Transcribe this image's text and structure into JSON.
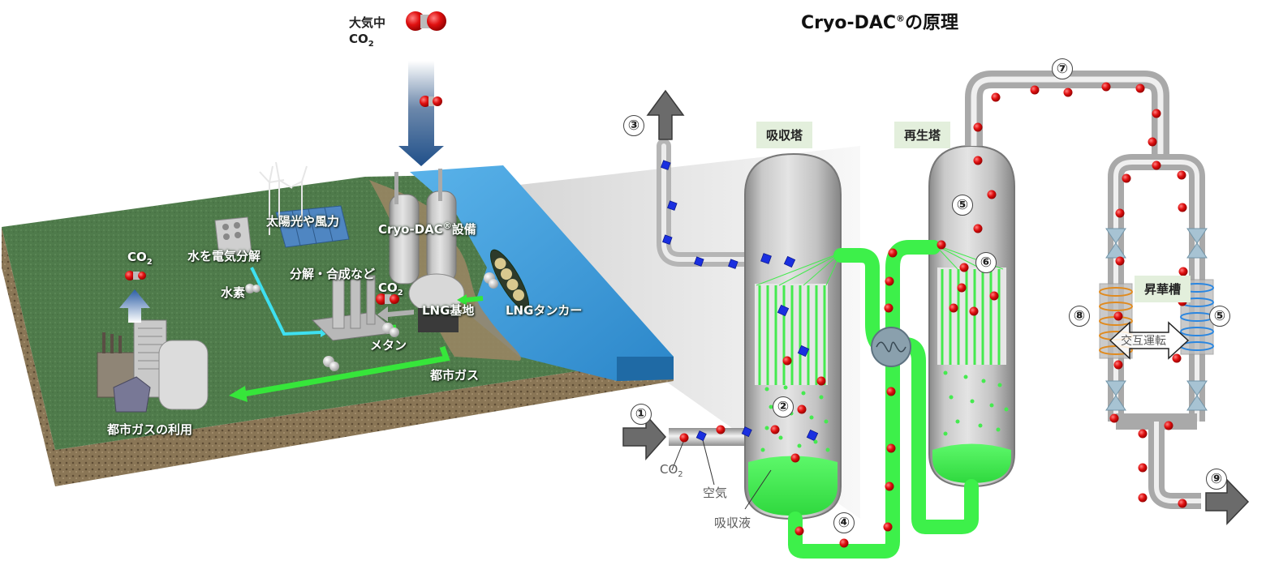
{
  "title": {
    "main": "Cryo-DAC",
    "reg": "®",
    "suffix": "の原理"
  },
  "left_scene": {
    "atmosphere_label": "大気中",
    "atmosphere_co2": "CO",
    "atmosphere_co2_sub": "2",
    "labels": {
      "renewables": "太陽光や風力",
      "electrolysis": "水を電気分解",
      "facility": "Cryo-DAC",
      "facility_reg": "®",
      "facility_suffix": "設備",
      "synthesis": "分解・合成など",
      "co2_mid": "CO",
      "co2_mid_sub": "2",
      "hydrogen": "水素",
      "lng_base": "LNG基地",
      "lng_tanker": "LNGタンカー",
      "methane": "メタン",
      "city_gas": "都市ガス",
      "city_gas_use": "都市ガスの利用",
      "co2_emit": "CO",
      "co2_emit_sub": "2"
    }
  },
  "right_diagram": {
    "absorber_tag": "吸収塔",
    "regenerator_tag": "再生塔",
    "sublimation_tag": "昇華槽",
    "alternating_label": "交互運転",
    "legend": {
      "co2": "CO",
      "co2_sub": "2",
      "air": "空気",
      "absorbent": "吸収液"
    },
    "markers": {
      "m1": "①",
      "m2": "②",
      "m3": "③",
      "m4": "④",
      "m5a": "⑤",
      "m5b": "⑤",
      "m6": "⑥",
      "m7": "⑦",
      "m8": "⑧",
      "m9": "⑨"
    }
  },
  "colors": {
    "liquid_green": "#3df04a",
    "co2_red": "#e01010",
    "air_blue": "#1a2fe0",
    "pipe_gray": "#a9a9a9",
    "arrow_gray": "#6b6b6b",
    "water_blue": "#3a9ad8",
    "ground_green": "#4d7a4a",
    "soil_brown": "#8a7656",
    "tag_bg": "#e3efdc",
    "down_arrow_blue": "#26528a",
    "heat_orange": "#e08a1e",
    "cool_blue": "#2a86e0"
  }
}
